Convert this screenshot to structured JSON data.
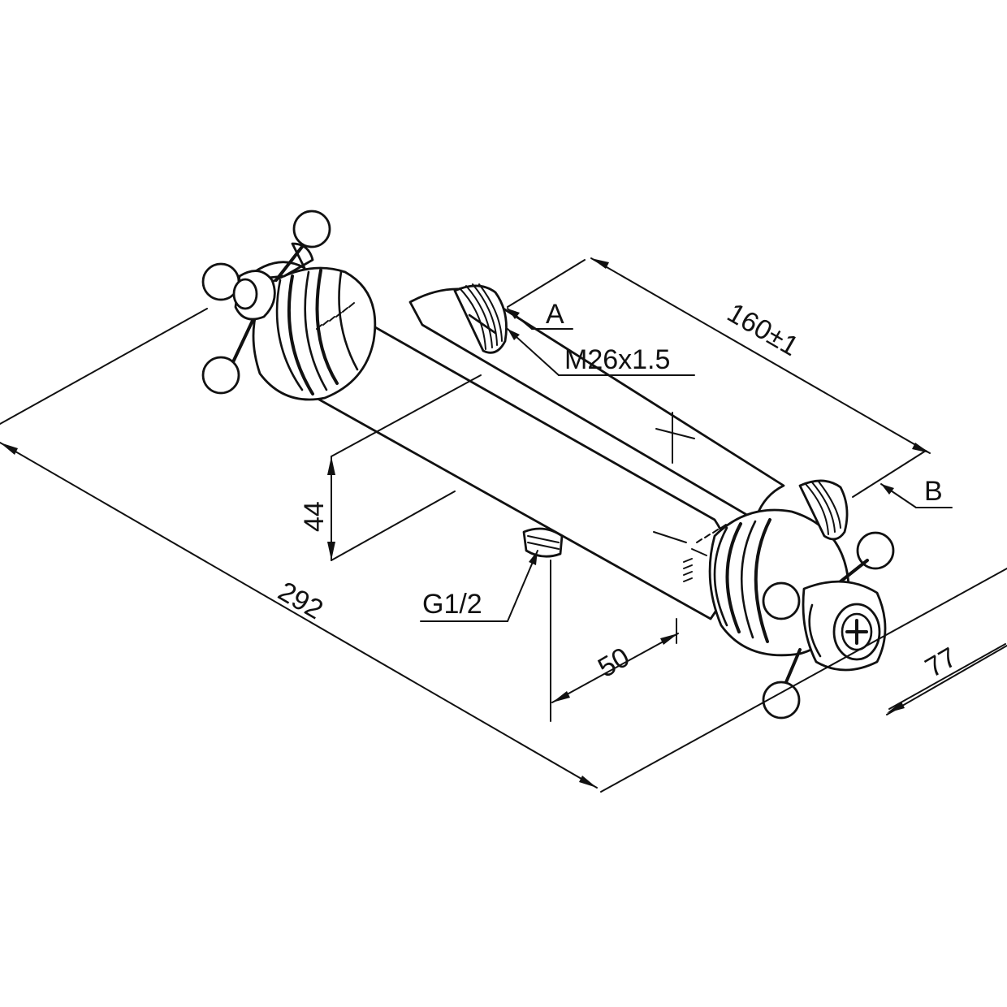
{
  "dimensions": {
    "overall_length": "292",
    "center_spacing": "160±1",
    "wall_offset": "44",
    "outlet_offset": "50",
    "depth": "77"
  },
  "callouts": {
    "a": "A",
    "b": "B",
    "thread": "M26x1.5",
    "outlet_thread": "G1/2"
  },
  "colors": {
    "line": "#111111",
    "background": "#ffffff"
  }
}
